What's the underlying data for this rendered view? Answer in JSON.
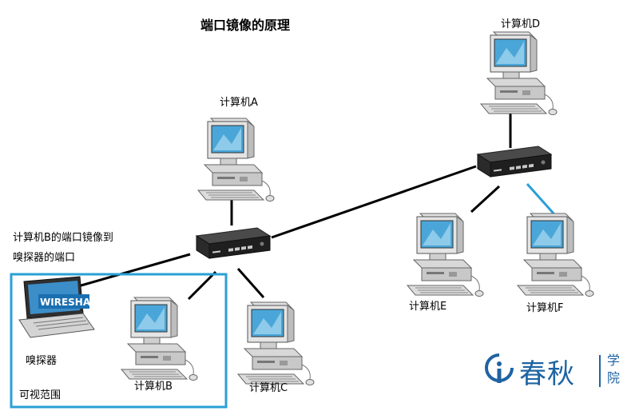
{
  "diagram": {
    "title": "端口镜像的原理",
    "nodes": {
      "computer_a": "计算机A",
      "computer_b": "计算机B",
      "computer_c": "计算机C",
      "computer_d": "计算机D",
      "computer_e": "计算机E",
      "computer_f": "计算机F",
      "sniffer": "嗅探器",
      "sniffer_logo": "WIRESHARK"
    },
    "annotation_line1": "计算机B的端口镜像到",
    "annotation_line2": "嗅探器的端口",
    "visible_range_label": "可视范围",
    "colors": {
      "link": "#000000",
      "mirror_link": "#2b9fd6",
      "visible_range_box": "#2b9fd6",
      "brand": "#1e63a3"
    }
  },
  "brand": {
    "name": "春秋",
    "sub": "学院"
  }
}
